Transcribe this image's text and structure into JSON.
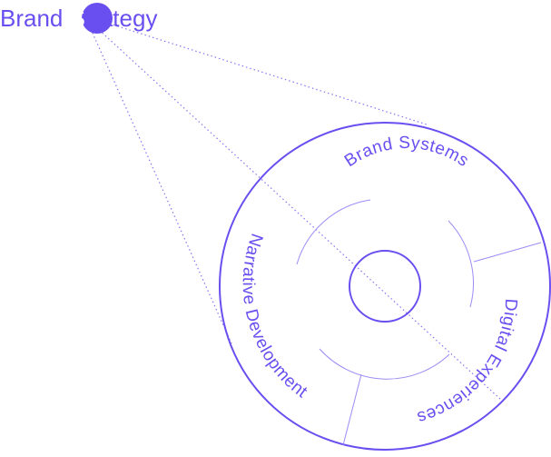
{
  "title": {
    "before": "Brand ",
    "highlight_letter": "S",
    "after": "trategy"
  },
  "segments": [
    {
      "label": "Brand Systems"
    },
    {
      "label": "Digital Experiences"
    },
    {
      "label": "Narrative Development"
    }
  ],
  "colors": {
    "accent": "#6A4FF0",
    "highlight_text": "#ffffff",
    "ring_lines": "#9C8CF5",
    "dots": "#8A74F2"
  }
}
